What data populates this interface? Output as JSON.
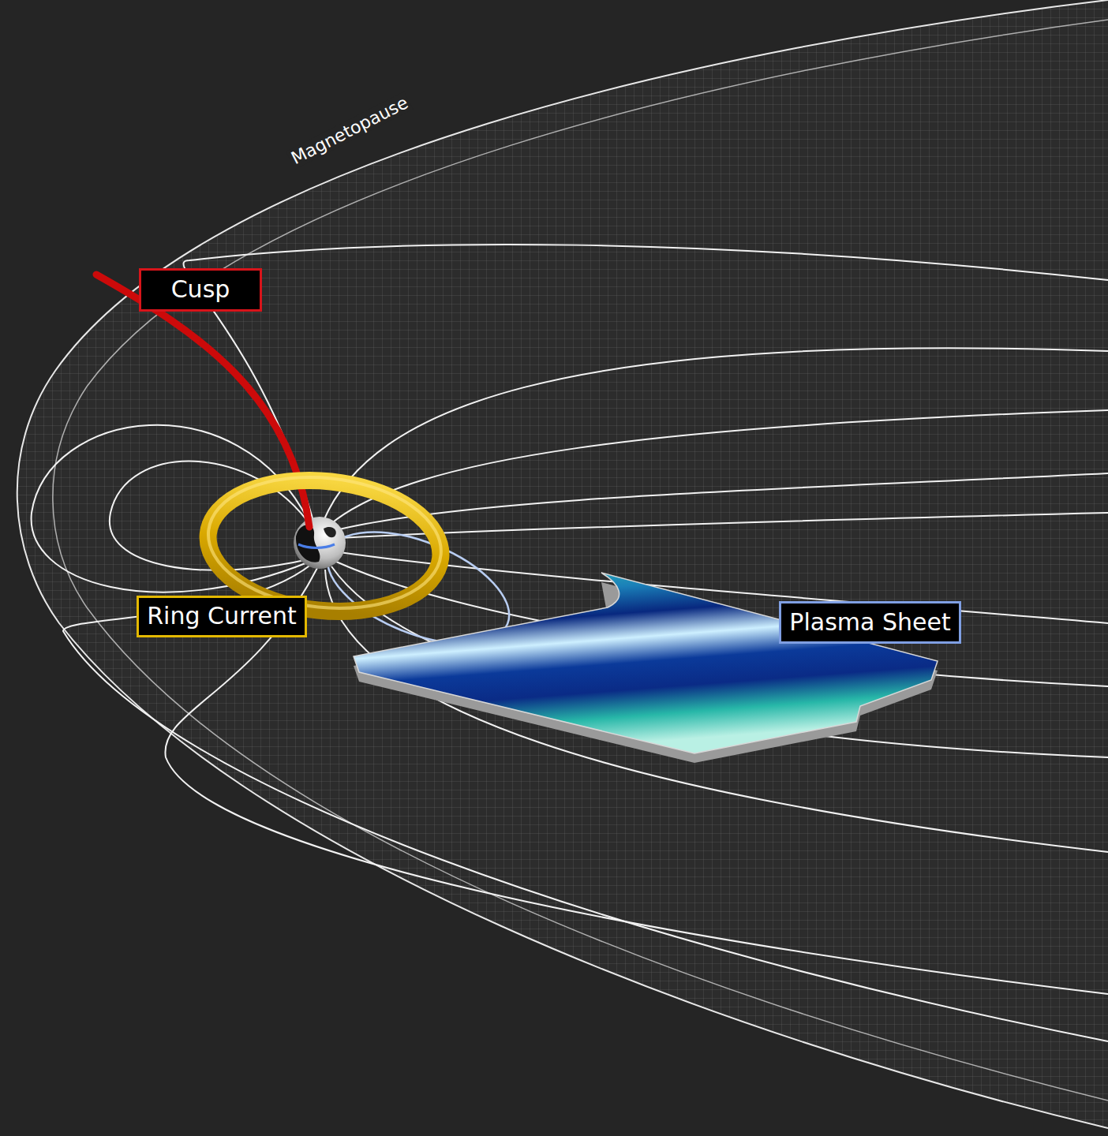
{
  "diagram": {
    "nodes": [
      {
        "text": [
          "Cusp"
        ]
      },
      {
        "text": [
          "Ring Current"
        ]
      },
      {
        "text": [
          "Plasma Sheet"
        ]
      }
    ],
    "labels": [
      "Magnetopause"
    ]
  }
}
